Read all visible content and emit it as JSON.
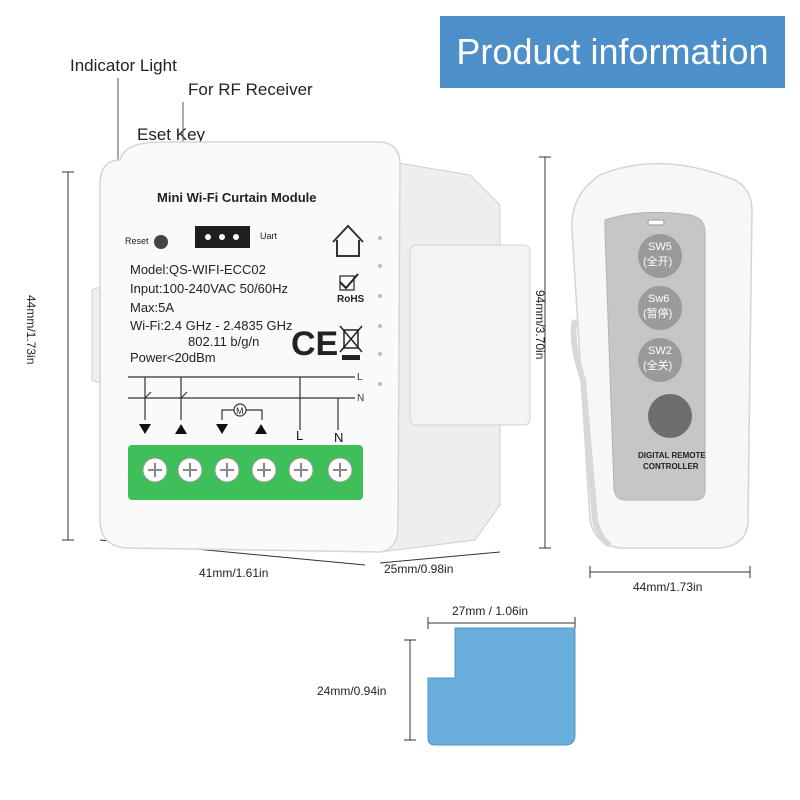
{
  "banner": {
    "title": "Product information"
  },
  "callouts": {
    "indicator": "Indicator Light",
    "rf": "For RF Receiver",
    "eset": "Eset Key"
  },
  "module": {
    "title": "Mini Wi-Fi Curtain Module",
    "reset": "Reset",
    "uart": "Uart",
    "specs": [
      "Model:QS-WIFI-ECC02",
      "Input:100-240VAC 50/60Hz",
      "Max:5A",
      "Wi-Fi:2.4 GHz - 2.4835 GHz",
      "802.11 b/g/n",
      "Power<20dBm"
    ],
    "rohs": "RoHS",
    "ce": "CE",
    "line_L": "L",
    "line_N": "N",
    "terminal_L": "L",
    "terminal_N": "N",
    "motor": "M"
  },
  "remote": {
    "buttons": [
      {
        "code": "SW5",
        "label": "(全开)"
      },
      {
        "code": "Sw6",
        "label": "(暂停)"
      },
      {
        "code": "SW2",
        "label": "(全关)"
      }
    ],
    "caption_line1": "DIGITAL REMOTE",
    "caption_line2": "CONTROLLER"
  },
  "dimensions": {
    "module_height": "44mm/1.73in",
    "module_width": "41mm/1.61in",
    "module_depth": "25mm/0.98in",
    "remote_height": "94mm/3.70in",
    "remote_width": "44mm/1.73in",
    "pad_width": "27mm / 1.06in",
    "pad_height": "24mm/0.94in"
  },
  "colors": {
    "banner": "#4d8fc9",
    "terminal_green": "#3fbf5a",
    "pad_blue": "#6aaedc",
    "remote_button": "#9a9a9a"
  }
}
